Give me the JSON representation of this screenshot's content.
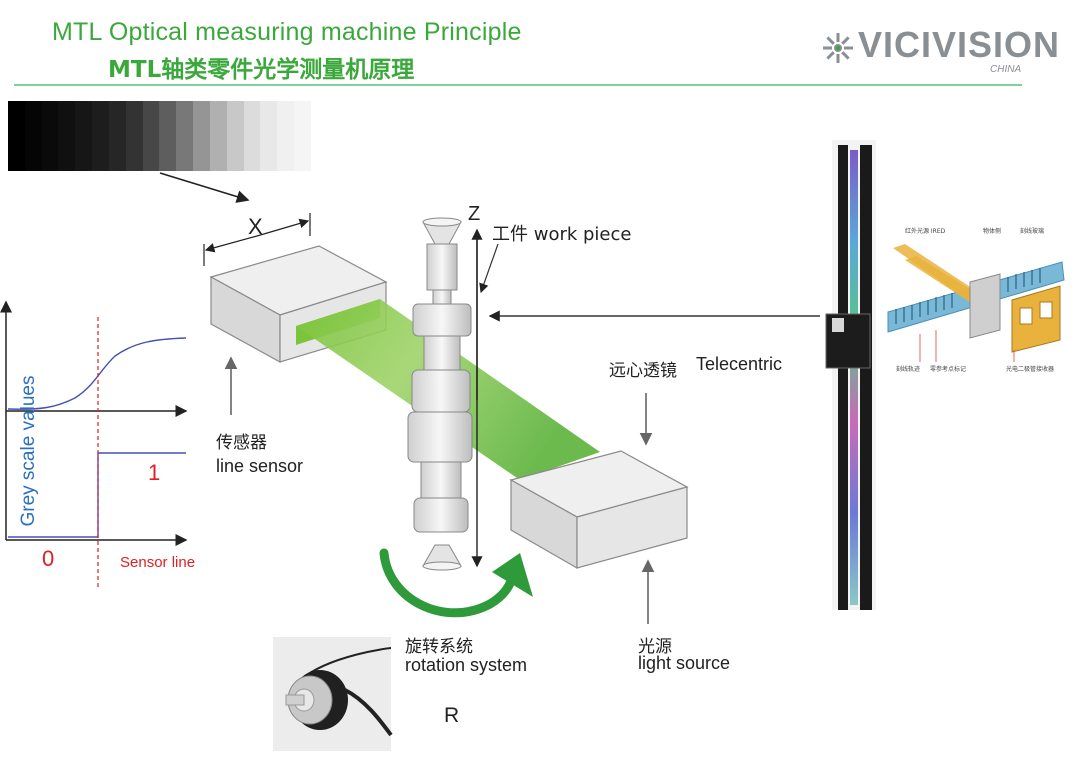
{
  "header": {
    "title_en": "MTL Optical measuring machine Principle",
    "title_zh": "MTL轴类零件光学测量机原理",
    "logo_text": "VICIVISION",
    "logo_sub": "CHINA"
  },
  "colors": {
    "accent_green": "#3aa83a",
    "arrow_green": "#2e9a3a",
    "curve_blue": "#4a4fb5",
    "marker_red": "#e02020",
    "axis_label_blue": "#2a6fc0"
  },
  "graph": {
    "y_axis_label": "Grey scale values",
    "level_one": "1",
    "level_zero": "0",
    "sensor_line_label": "Sensor line"
  },
  "diagram": {
    "x_label": "X",
    "z_label": "Z",
    "workpiece_label": "工件 work piece",
    "telecentric_zh": "远心透镜",
    "telecentric_en": "Telecentric",
    "sensor_zh": "传感器",
    "sensor_en": "line sensor",
    "rotation_zh": "旋转系统",
    "rotation_en": "rotation system",
    "light_zh": "光源",
    "light_en": "light source",
    "r_label": "R"
  },
  "scale_photo": {
    "tags": [
      "红外光源 IRED",
      "物体侧",
      "刻线玻璃",
      "刻线轨迹",
      "零参考点标记",
      "光电二极管接收器"
    ]
  }
}
